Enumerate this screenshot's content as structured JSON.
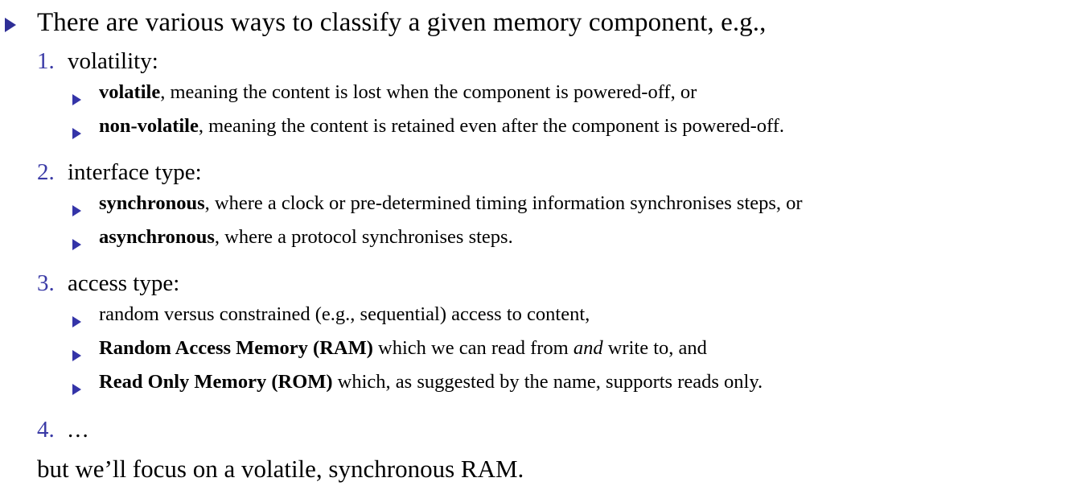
{
  "slide": {
    "colors": {
      "bullet_blue": "#2E2E96",
      "sub_bullet_blue": "#3434A8",
      "number_blue": "#3A3AA6",
      "text_black": "#000000",
      "background": "#FFFFFF"
    },
    "intro": {
      "bullet_icon": "triangle-right-icon",
      "text": "There are various ways to classify a given memory component, e.g.,"
    },
    "items": [
      {
        "number": "1.",
        "label": "volatility:",
        "subitems": [
          {
            "bullet_icon": "triangle-right-icon",
            "bold": "volatile",
            "rest": ", meaning the content is lost when the component is powered-off, or"
          },
          {
            "bullet_icon": "triangle-right-icon",
            "bold": "non-volatile",
            "rest": ", meaning the content is retained even after the component is powered-off."
          }
        ]
      },
      {
        "number": "2.",
        "label": "interface type:",
        "subitems": [
          {
            "bullet_icon": "triangle-right-icon",
            "bold": "synchronous",
            "rest": ", where a clock or pre-determined timing information synchronises steps, or"
          },
          {
            "bullet_icon": "triangle-right-icon",
            "bold": "asynchronous",
            "rest": ", where a protocol synchronises steps."
          }
        ]
      },
      {
        "number": "3.",
        "label": "access type:",
        "subitems": [
          {
            "bullet_icon": "triangle-right-icon",
            "bold": "",
            "rest": "random versus constrained (e.g., sequential) access to content,"
          },
          {
            "bullet_icon": "triangle-right-icon",
            "bold": "Random Access Memory (RAM)",
            "rest_a": " which we can read from ",
            "italic": "and",
            "rest_b": " write to, and"
          },
          {
            "bullet_icon": "triangle-right-icon",
            "bold": "Read Only Memory (ROM)",
            "rest": " which, as suggested by the name, supports reads only."
          }
        ]
      },
      {
        "number": "4.",
        "label": "..."
      }
    ],
    "closing": "but we’ll focus on a volatile, synchronous RAM."
  }
}
